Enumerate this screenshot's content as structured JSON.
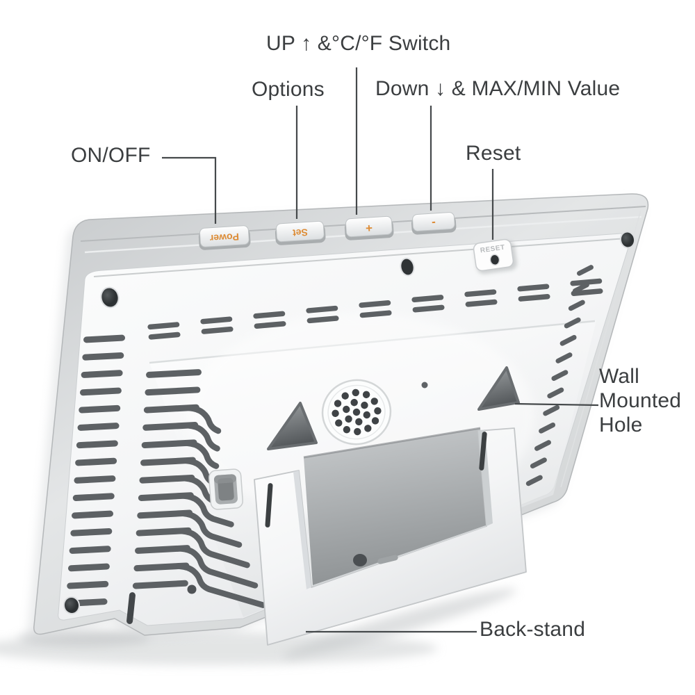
{
  "page": {
    "background": "#ffffff"
  },
  "callouts": {
    "up_switch": {
      "label": "UP ↑ &°C/°F Switch"
    },
    "options": {
      "label": "Options"
    },
    "down_maxmin": {
      "label": "Down ↓ & MAX/MIN Value"
    },
    "on_off": {
      "label": "ON/OFF"
    },
    "reset": {
      "label": "Reset"
    },
    "wall_mounted_hole": {
      "lines": [
        "Wall",
        "Mounted",
        "Hole"
      ]
    },
    "back_stand": {
      "label": "Back-stand"
    }
  },
  "device": {
    "description": "Back view of a white digital weather station showing buttons, reset hole, wall mount holes and fold-out stand",
    "top_buttons": [
      {
        "label": "Power"
      },
      {
        "label": "Set"
      },
      {
        "label": "+"
      },
      {
        "label": "-"
      }
    ],
    "reset_plate": {
      "label": "RESET"
    },
    "colors": {
      "button_text_orange": "#dd8c36",
      "callout_line": "#45494b",
      "label_text": "#3b3e40",
      "body_silver": "#d7dadb",
      "panel_white": "#f7f8f9",
      "vent_slot": "#5d6164"
    }
  }
}
